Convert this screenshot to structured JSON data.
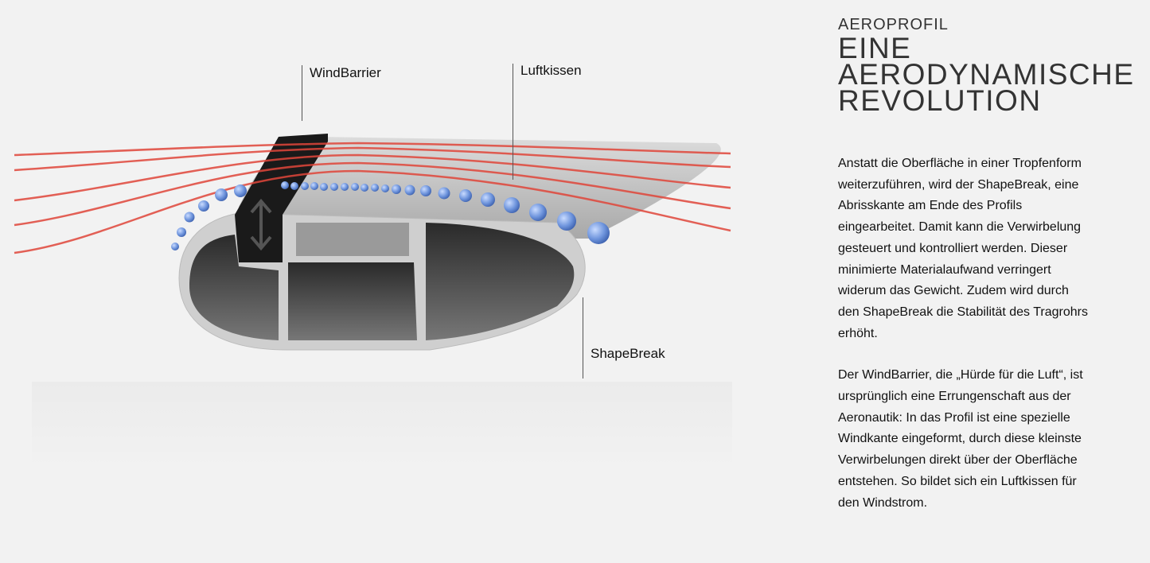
{
  "figure": {
    "callouts": {
      "windbarrier": "WindBarrier",
      "luftkissen": "Luftkissen",
      "shapebreak": "ShapeBreak"
    },
    "colors": {
      "airflow": "#e0463a",
      "bubbles": "#6f95dd",
      "profile": "#c8c8c8"
    }
  },
  "article": {
    "kicker": "AEROPROFIL",
    "headline": [
      "EINE",
      "AERODYNAMISCHE",
      "REVOLUTION"
    ],
    "paragraph1": [
      "Anstatt die Oberfläche in einer Tropfenform",
      "weiterzuführen, wird der ShapeBreak, eine",
      "Abrisskante am Ende des Profils",
      "eingearbeitet. Damit kann die Verwirbelung",
      "gesteuert und kontrolliert werden. Dieser",
      "minimierte Materialaufwand verringert",
      "widerum das Gewicht. Zudem wird durch",
      "den ShapeBreak die Stabilität des Tragrohrs",
      "erhöht."
    ],
    "paragraph2": [
      "Der WindBarrier, die „Hürde für die Luft“, ist",
      "ursprünglich eine Errungenschaft aus der",
      "Aeronautik: In das Profil ist eine spezielle",
      "Windkante eingeformt, durch diese kleinste",
      "Verwirbelungen direkt über der Oberfläche",
      "entstehen. So bildet sich ein Luftkissen für",
      "den Windstrom."
    ]
  }
}
